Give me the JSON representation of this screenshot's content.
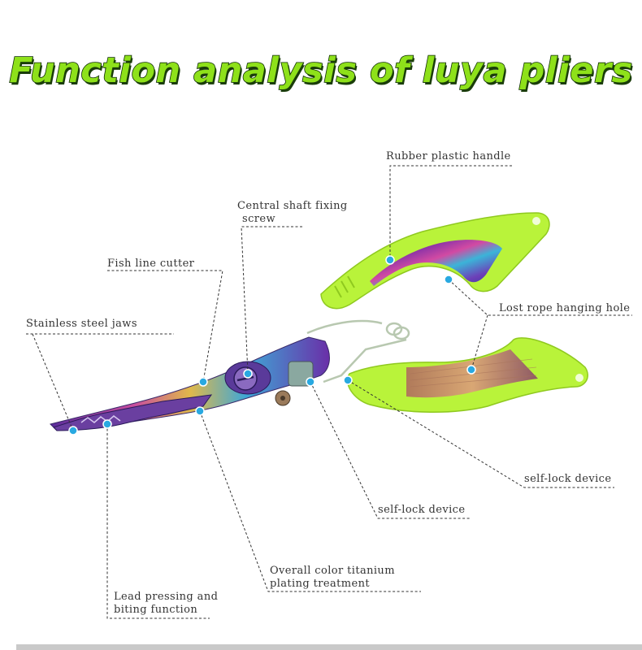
{
  "title": "Function analysis of luya pliers",
  "colors": {
    "title_fill": "#8ee11a",
    "title_outline": "#0d2a05",
    "handle_green": "#b9f33a",
    "callout_line": "#333333",
    "marker_dot": "#29a9e1"
  },
  "labels": {
    "rubber_handle": "Rubber plastic handle",
    "shaft_screw_line1": "Central shaft fixing",
    "shaft_screw_line2": "screw",
    "fish_line_cutter": "Fish line cutter",
    "lost_rope_hole": "Lost rope hanging hole",
    "stainless_jaws": "Stainless steel jaws",
    "self_lock_right": "self-lock device",
    "self_lock_center": "self-lock device",
    "color_titanium_line1": "Overall color titanium",
    "color_titanium_line2": "plating treatment",
    "lead_pressing_line1": "Lead pressing and",
    "lead_pressing_line2": "biting function"
  }
}
